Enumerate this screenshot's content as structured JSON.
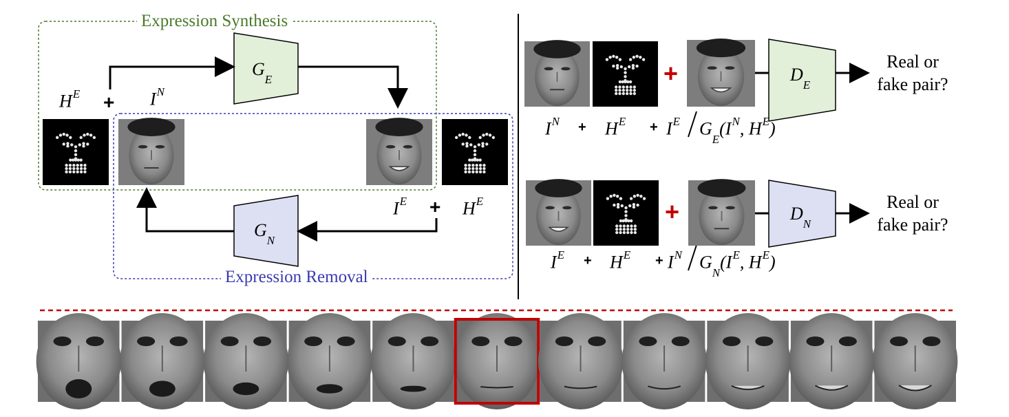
{
  "regions": {
    "synthesis": {
      "title": "Expression Synthesis",
      "color": "#4a7a2a"
    },
    "removal": {
      "title": "Expression Removal",
      "color": "#3a3ab0"
    }
  },
  "generators": {
    "synthesis": {
      "base": "G",
      "sub": "E",
      "fill": "#e2efd9"
    },
    "removal": {
      "base": "G",
      "sub": "N",
      "fill": "#dde0f3"
    }
  },
  "discriminators": {
    "expression": {
      "base": "D",
      "sub": "E",
      "fill": "#e2efd9"
    },
    "neutral": {
      "base": "D",
      "sub": "N",
      "fill": "#dde0f3"
    }
  },
  "labels": {
    "heatmap": {
      "base": "H",
      "sup": "E"
    },
    "neutral_image": {
      "base": "I",
      "sup": "N"
    },
    "expression_image": {
      "base": "I",
      "sup": "E"
    },
    "plus": "+",
    "real_or_fake_line1": "Real or",
    "real_or_fake_line2": "fake pair?"
  },
  "pair_rows": [
    {
      "term1": "I",
      "term1_sup": "N",
      "term2": "H",
      "term2_sup": "E",
      "term3": "I",
      "term3_sup": "E",
      "gen": "G",
      "gen_sub": "E",
      "args": "(I",
      "args_sup1": "N",
      "args_mid": ", H",
      "args_sup2": "E",
      "args_end": ")"
    },
    {
      "term1": "I",
      "term1_sup": "E",
      "term2": "H",
      "term2_sup": "E",
      "term3": "I",
      "term3_sup": "N",
      "gen": "G",
      "gen_sub": "N",
      "args": "(I",
      "args_sup1": "E",
      "args_mid": ", H",
      "args_sup2": "E",
      "args_end": ")"
    }
  ],
  "accent": {
    "red": "#c00000"
  },
  "strip": {
    "count": 11,
    "highlight_index": 5
  }
}
